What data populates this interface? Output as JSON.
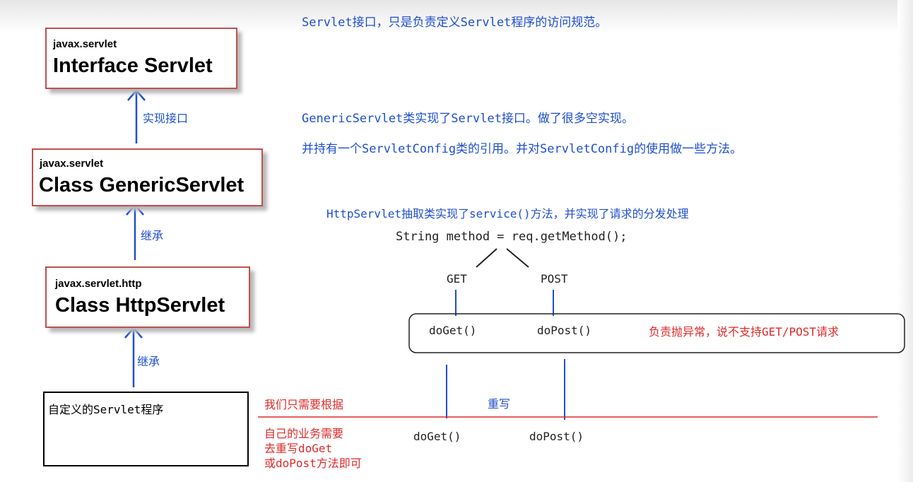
{
  "notes": {
    "servlet_interface": "Servlet接口，只是负责定义Servlet程序的访问规范。",
    "generic_line1": "GenericServlet类实现了Servlet接口。做了很多空实现。",
    "generic_line2": "并持有一个ServletConfig类的引用。并对ServletConfig的使用做一些方法。",
    "http_service": "HttpServlet抽取类实现了service()方法，并实现了请求的分发处理",
    "method_code": "String method = req.getMethod();"
  },
  "hierarchy": {
    "servlet": {
      "package": "javax.servlet",
      "name": "Interface Servlet"
    },
    "generic": {
      "package": "javax.servlet",
      "name": "Class GenericServlet"
    },
    "http": {
      "package": "javax.servlet.http",
      "name": "Class HttpServlet"
    },
    "custom": {
      "name": "自定义的Servlet程序"
    }
  },
  "arrows": {
    "implements": "实现接口",
    "extends1": "继承",
    "extends2": "继承"
  },
  "dispatch": {
    "get": "GET",
    "post": "POST",
    "doget": "doGet()",
    "dopost": "doPost()",
    "error_note": "负责抛异常，说不支持GET/POST请求"
  },
  "override": {
    "label": "重写",
    "doget": "doGet()",
    "dopost": "doPost()"
  },
  "user_note": {
    "line1": "我们只需要根据",
    "line2": "自己的业务需要",
    "line3": "去重写doGet",
    "line4": "或doPost方法即可"
  },
  "colors": {
    "arrow": "#1f4fd0",
    "box_border": "#c0504d",
    "note_blue": "#1f4fd0",
    "note_red": "#e02a2a"
  }
}
